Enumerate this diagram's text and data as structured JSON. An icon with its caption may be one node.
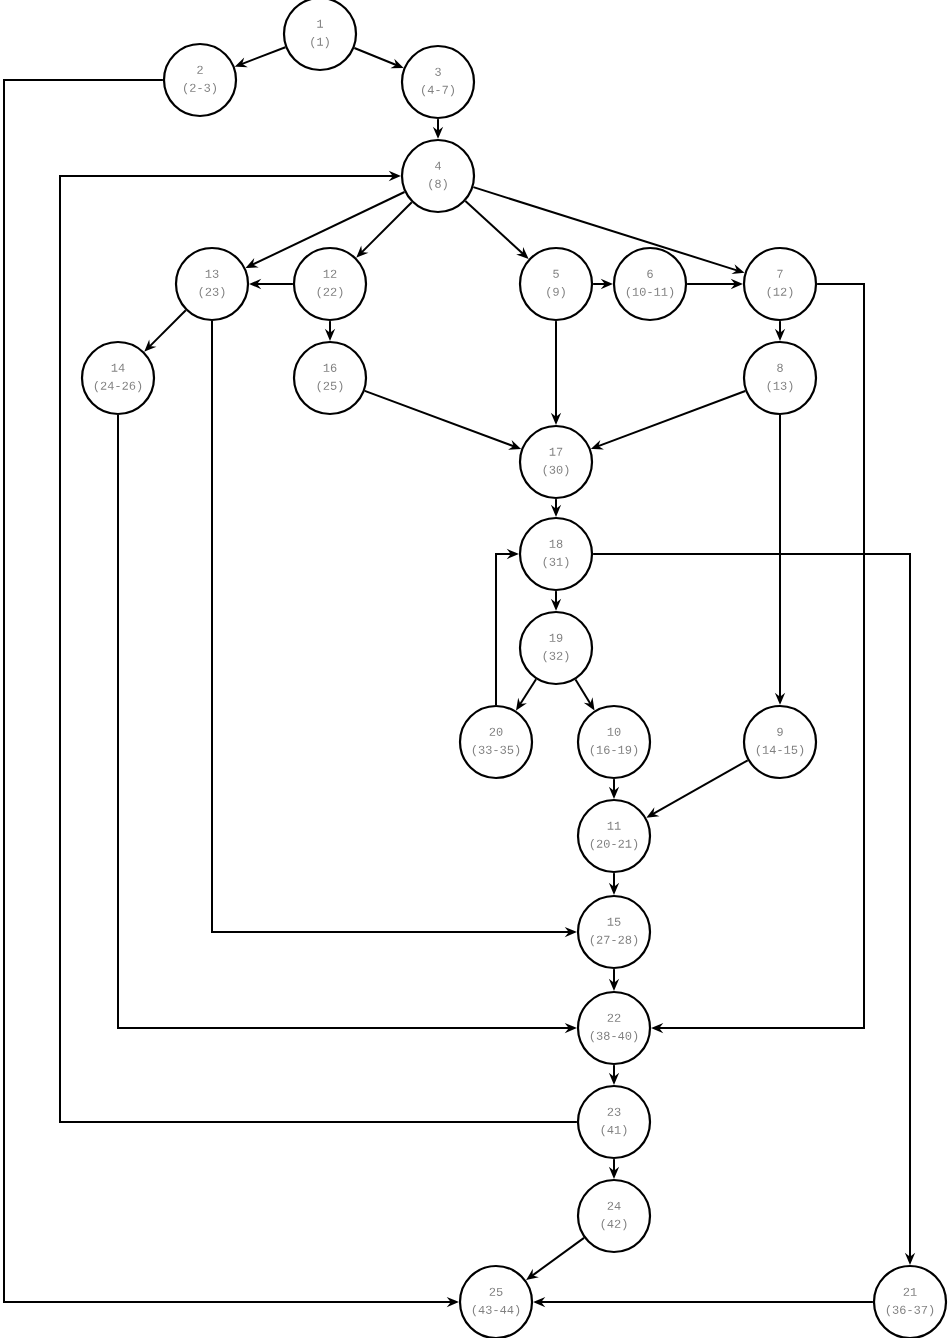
{
  "diagram": {
    "nodes": [
      {
        "text": [
          "1",
          "(1)"
        ]
      },
      {
        "text": [
          "2",
          "(2-3)"
        ]
      },
      {
        "text": [
          "3",
          "(4-7)"
        ]
      },
      {
        "text": [
          "4",
          "(8)"
        ]
      },
      {
        "text": [
          "13",
          "(23)"
        ]
      },
      {
        "text": [
          "12",
          "(22)"
        ]
      },
      {
        "text": [
          "5",
          "(9)"
        ]
      },
      {
        "text": [
          "6",
          "(10-11)"
        ]
      },
      {
        "text": [
          "7",
          "(12)"
        ]
      },
      {
        "text": [
          "14",
          "(24-26)"
        ]
      },
      {
        "text": [
          "16",
          "(25)"
        ]
      },
      {
        "text": [
          "8",
          "(13)"
        ]
      },
      {
        "text": [
          "17",
          "(30)"
        ]
      },
      {
        "text": [
          "18",
          "(31)"
        ]
      },
      {
        "text": [
          "19",
          "(32)"
        ]
      },
      {
        "text": [
          "20",
          "(33-35)"
        ]
      },
      {
        "text": [
          "10",
          "(16-19)"
        ]
      },
      {
        "text": [
          "9",
          "(14-15)"
        ]
      },
      {
        "text": [
          "11",
          "(20-21)"
        ]
      },
      {
        "text": [
          "15",
          "(27-28)"
        ]
      },
      {
        "text": [
          "22",
          "(38-40)"
        ]
      },
      {
        "text": [
          "23",
          "(41)"
        ]
      },
      {
        "text": [
          "24",
          "(42)"
        ]
      },
      {
        "text": [
          "25",
          "(43-44)"
        ]
      },
      {
        "text": [
          "21",
          "(36-37)"
        ]
      }
    ],
    "edges": [
      {
        "from": 0,
        "to": 1,
        "arrow": "to"
      },
      {
        "from": 0,
        "to": 2,
        "arrow": "to"
      },
      {
        "from": 2,
        "to": 3,
        "arrow": "to"
      },
      {
        "from": 3,
        "to": 4,
        "arrow": "to"
      },
      {
        "from": 3,
        "to": 5,
        "arrow": "to"
      },
      {
        "from": 3,
        "to": 6,
        "arrow": "to"
      },
      {
        "from": 3,
        "to": 8,
        "arrow": "to"
      },
      {
        "from": 5,
        "to": 4,
        "arrow": "to"
      },
      {
        "from": 5,
        "to": 10,
        "arrow": "to"
      },
      {
        "from": 6,
        "to": 7,
        "arrow": "to"
      },
      {
        "from": 7,
        "to": 8,
        "arrow": "to"
      },
      {
        "from": 6,
        "to": 12,
        "arrow": "to"
      },
      {
        "from": 10,
        "to": 12,
        "arrow": "to"
      },
      {
        "from": 11,
        "to": 12,
        "arrow": "to"
      },
      {
        "from": 8,
        "to": 11,
        "arrow": "to"
      },
      {
        "from": 4,
        "to": 9,
        "arrow": "to"
      },
      {
        "from": 12,
        "to": 13,
        "arrow": "to"
      },
      {
        "from": 13,
        "to": 14,
        "arrow": "to"
      },
      {
        "from": 14,
        "to": 15,
        "arrow": "to"
      },
      {
        "from": 14,
        "to": 16,
        "arrow": "to"
      },
      {
        "from": 15,
        "to": 13,
        "arrow": "to"
      },
      {
        "from": 13,
        "to": 24,
        "arrow": "to"
      },
      {
        "from": 11,
        "to": 17,
        "arrow": "to"
      },
      {
        "from": 17,
        "to": 18,
        "arrow": "to"
      },
      {
        "from": 16,
        "to": 18,
        "arrow": "to"
      },
      {
        "from": 18,
        "to": 19,
        "arrow": "to"
      },
      {
        "from": 4,
        "to": 19,
        "arrow": "to"
      },
      {
        "from": 19,
        "to": 20,
        "arrow": "to"
      },
      {
        "from": 9,
        "to": 20,
        "arrow": "to"
      },
      {
        "from": 8,
        "to": 20,
        "arrow": "to"
      },
      {
        "from": 20,
        "to": 21,
        "arrow": "to"
      },
      {
        "from": 21,
        "to": 3,
        "arrow": "to"
      },
      {
        "from": 21,
        "to": 22,
        "arrow": "to"
      },
      {
        "from": 22,
        "to": 23,
        "arrow": "to"
      },
      {
        "from": 24,
        "to": 23,
        "arrow": "to"
      },
      {
        "from": 1,
        "to": 23,
        "arrow": "to"
      }
    ]
  }
}
